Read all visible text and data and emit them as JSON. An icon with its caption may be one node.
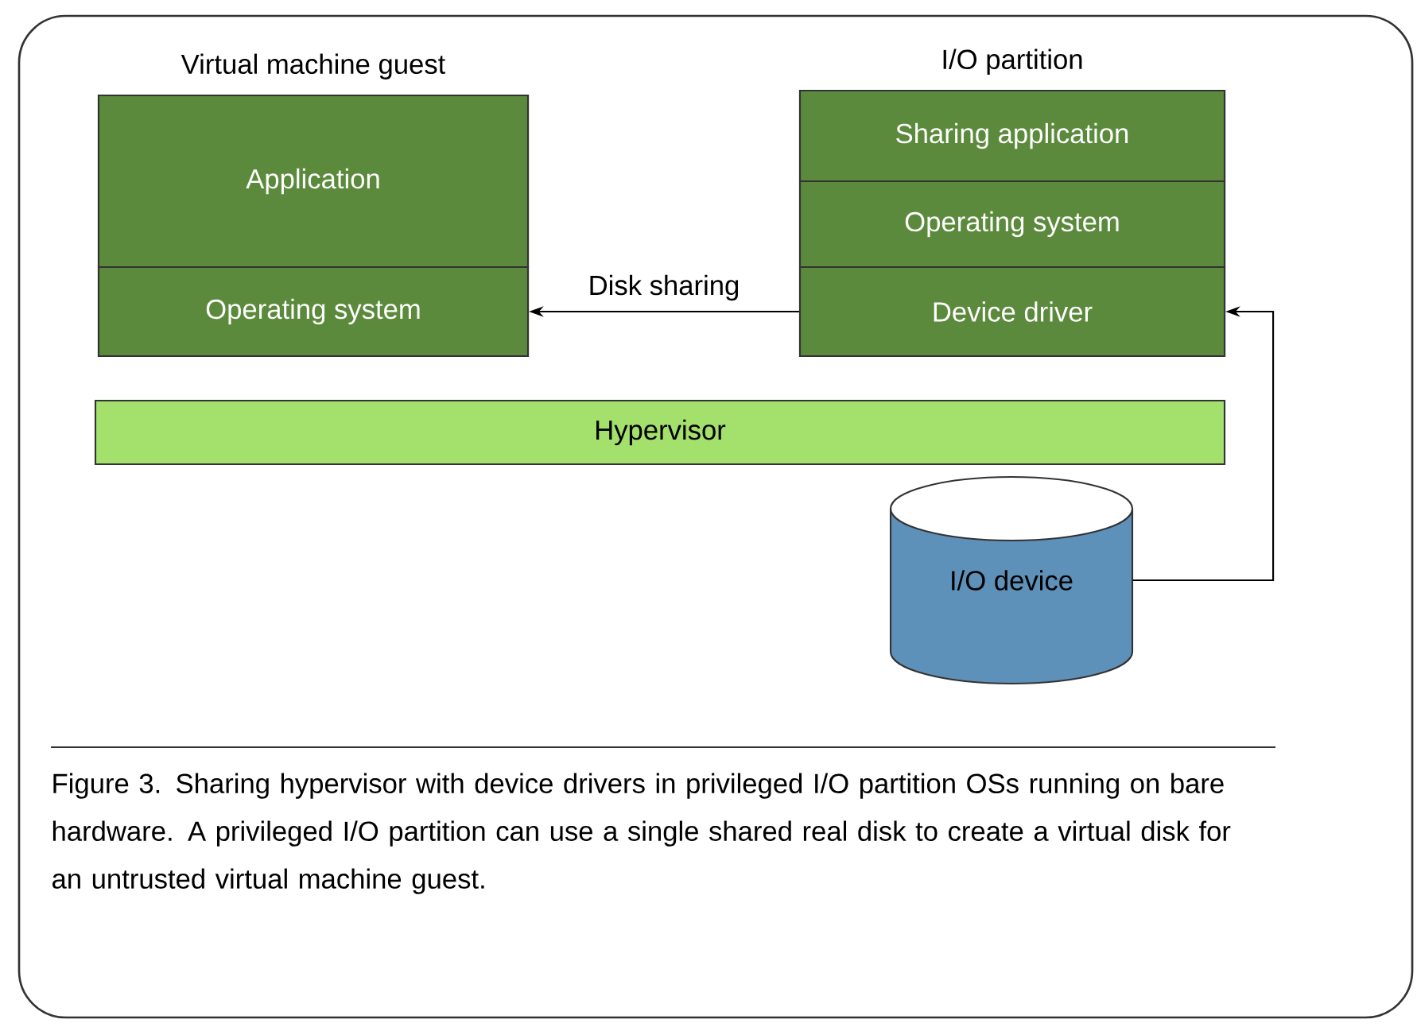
{
  "diagram": {
    "caption": "Figure 3. Sharing hypervisor with device drivers in privileged I/O partition OSs running on bare hardware. A privileged I/O partition can use a single shared real disk to create a virtual disk for an untrusted virtual machine guest.",
    "nodes": [
      {
        "text": [
          "Virtual machine guest"
        ]
      },
      {
        "text": [
          "Application"
        ],
        "in": 0
      },
      {
        "text": [
          "Operating system"
        ],
        "in": 0
      },
      {
        "text": [
          "I/O partition"
        ]
      },
      {
        "text": [
          "Sharing application"
        ],
        "in": 3
      },
      {
        "text": [
          "Operating system"
        ],
        "in": 3
      },
      {
        "text": [
          "Device driver"
        ],
        "in": 3
      },
      {
        "text": [
          "Hypervisor"
        ]
      },
      {
        "text": [
          "I/O device"
        ]
      }
    ],
    "edges": [
      {
        "from": 6,
        "to": 2,
        "arrow": "to",
        "label": "Disk sharing"
      },
      {
        "from": 8,
        "to": 6,
        "arrow": "to"
      }
    ]
  }
}
